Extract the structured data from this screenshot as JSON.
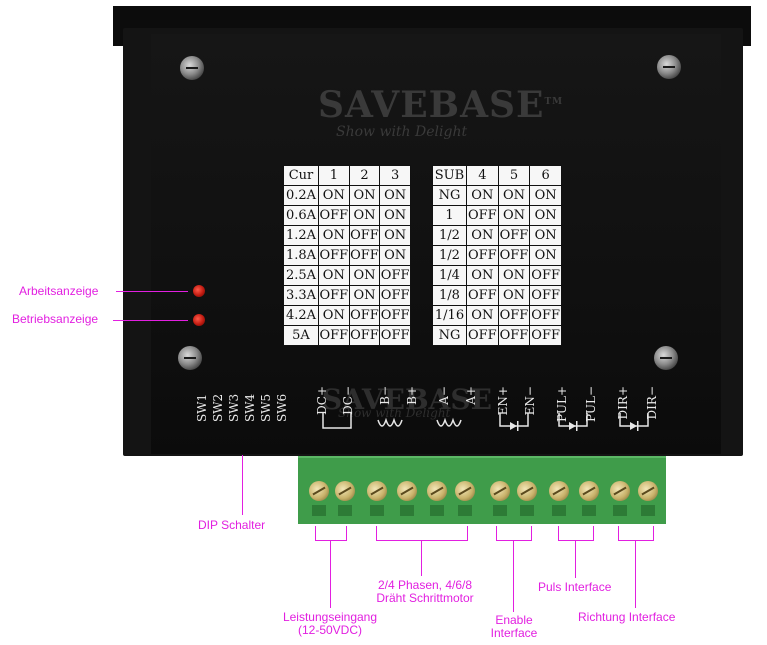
{
  "device": {
    "brand": "SAVEBASE",
    "slogan": "Show with Delight",
    "trademark": "TM"
  },
  "current_table": {
    "header": [
      "Cur",
      "1",
      "2",
      "3"
    ],
    "rows": [
      [
        "0.2A",
        "ON",
        "ON",
        "ON"
      ],
      [
        "0.6A",
        "OFF",
        "ON",
        "ON"
      ],
      [
        "1.2A",
        "ON",
        "OFF",
        "ON"
      ],
      [
        "1.8A",
        "OFF",
        "OFF",
        "ON"
      ],
      [
        "2.5A",
        "ON",
        "ON",
        "OFF"
      ],
      [
        "3.3A",
        "OFF",
        "ON",
        "OFF"
      ],
      [
        "4.2A",
        "ON",
        "OFF",
        "OFF"
      ],
      [
        "5A",
        "OFF",
        "OFF",
        "OFF"
      ]
    ]
  },
  "subdivision_table": {
    "header": [
      "SUB",
      "4",
      "5",
      "6"
    ],
    "rows": [
      [
        "NG",
        "ON",
        "ON",
        "ON"
      ],
      [
        "1",
        "OFF",
        "ON",
        "ON"
      ],
      [
        "1/2",
        "ON",
        "OFF",
        "ON"
      ],
      [
        "1/2",
        "OFF",
        "OFF",
        "ON"
      ],
      [
        "1/4",
        "ON",
        "ON",
        "OFF"
      ],
      [
        "1/8",
        "OFF",
        "ON",
        "OFF"
      ],
      [
        "1/16",
        "ON",
        "OFF",
        "OFF"
      ],
      [
        "NG",
        "OFF",
        "OFF",
        "OFF"
      ]
    ]
  },
  "switches": [
    "SW1",
    "SW2",
    "SW3",
    "SW4",
    "SW5",
    "SW6"
  ],
  "terminals": [
    "DC+",
    "DC−",
    "B−",
    "B+",
    "A−",
    "A+",
    "EN+",
    "EN−",
    "PUL+",
    "PUL−",
    "DIR+",
    "DIR−"
  ],
  "annotations": {
    "arbeitsanzeige": "Arbeitsanzeige",
    "betriebsanzeige": "Betriebsanzeige",
    "dip": "DIP Schalter",
    "power_line1": "Leistungseingang",
    "power_line2": "(12-50VDC)",
    "phase_line1": "2/4 Phasen, 4/6/8",
    "phase_line2": "Dräht Schrittmotor",
    "enable_line1": "Enable",
    "enable_line2": "Interface",
    "puls": "Puls Interface",
    "richtung": "Richtung Interface"
  },
  "colors": {
    "annotation": "#e21fe0",
    "terminal_green": "#3f9c4a",
    "led_red": "#c01a10",
    "body": "#141414"
  }
}
